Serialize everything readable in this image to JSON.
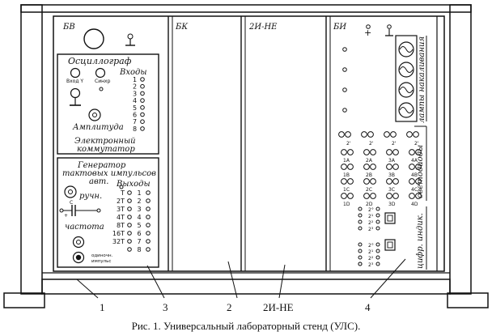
{
  "panels": {
    "bv": "БВ",
    "bk": "БК",
    "i_ne": "2И-НЕ",
    "bi": "БИ"
  },
  "oscilloscope": {
    "title": "Осциллограф",
    "inputs_title": "Входы",
    "input_y": "Вход Y",
    "sync": "Синхр",
    "amplitude": "Амплитуда",
    "commutator_line1": "Электронный",
    "commutator_line2": "коммутатор",
    "input_numbers": [
      "1",
      "2",
      "3",
      "4",
      "5",
      "6",
      "7",
      "8"
    ]
  },
  "generator": {
    "title_line1": "Генератор",
    "title_line2": "тактовых импульсов",
    "auto": "авт.",
    "manual": "ручн.",
    "outputs_title": "Выходы",
    "frequency": "частота",
    "cap_label": "C",
    "plus_label": "+",
    "single_line1": "одиночн.",
    "single_line2": "импульс",
    "periods": [
      "T",
      "2T",
      "3T",
      "4T",
      "8T",
      "16T",
      "32T",
      ""
    ],
    "outputs": [
      "1",
      "2",
      "3",
      "4",
      "5",
      "6",
      "7",
      "8"
    ]
  },
  "indicators": {
    "plus": "+",
    "lamps": "лампы накаливания",
    "leds": "светодиоды",
    "digital": "цифр. индик.",
    "led_top": [
      "2'",
      "2'",
      "2'",
      "2'"
    ],
    "led_rows": [
      [
        "1A",
        "2A",
        "3A",
        "4A"
      ],
      [
        "1B",
        "2B",
        "3B",
        "4B"
      ],
      [
        "1C",
        "2C",
        "3C",
        "4C"
      ],
      [
        "1D",
        "2D",
        "3D",
        "4D"
      ]
    ],
    "digit_labels": [
      "2°",
      "2¹",
      "2²",
      "2³"
    ]
  },
  "callouts": [
    "1",
    "3",
    "2",
    "2И-НЕ",
    "4"
  ],
  "caption": "Рис. 1. Универсальный лабораторный стенд (УЛС)."
}
